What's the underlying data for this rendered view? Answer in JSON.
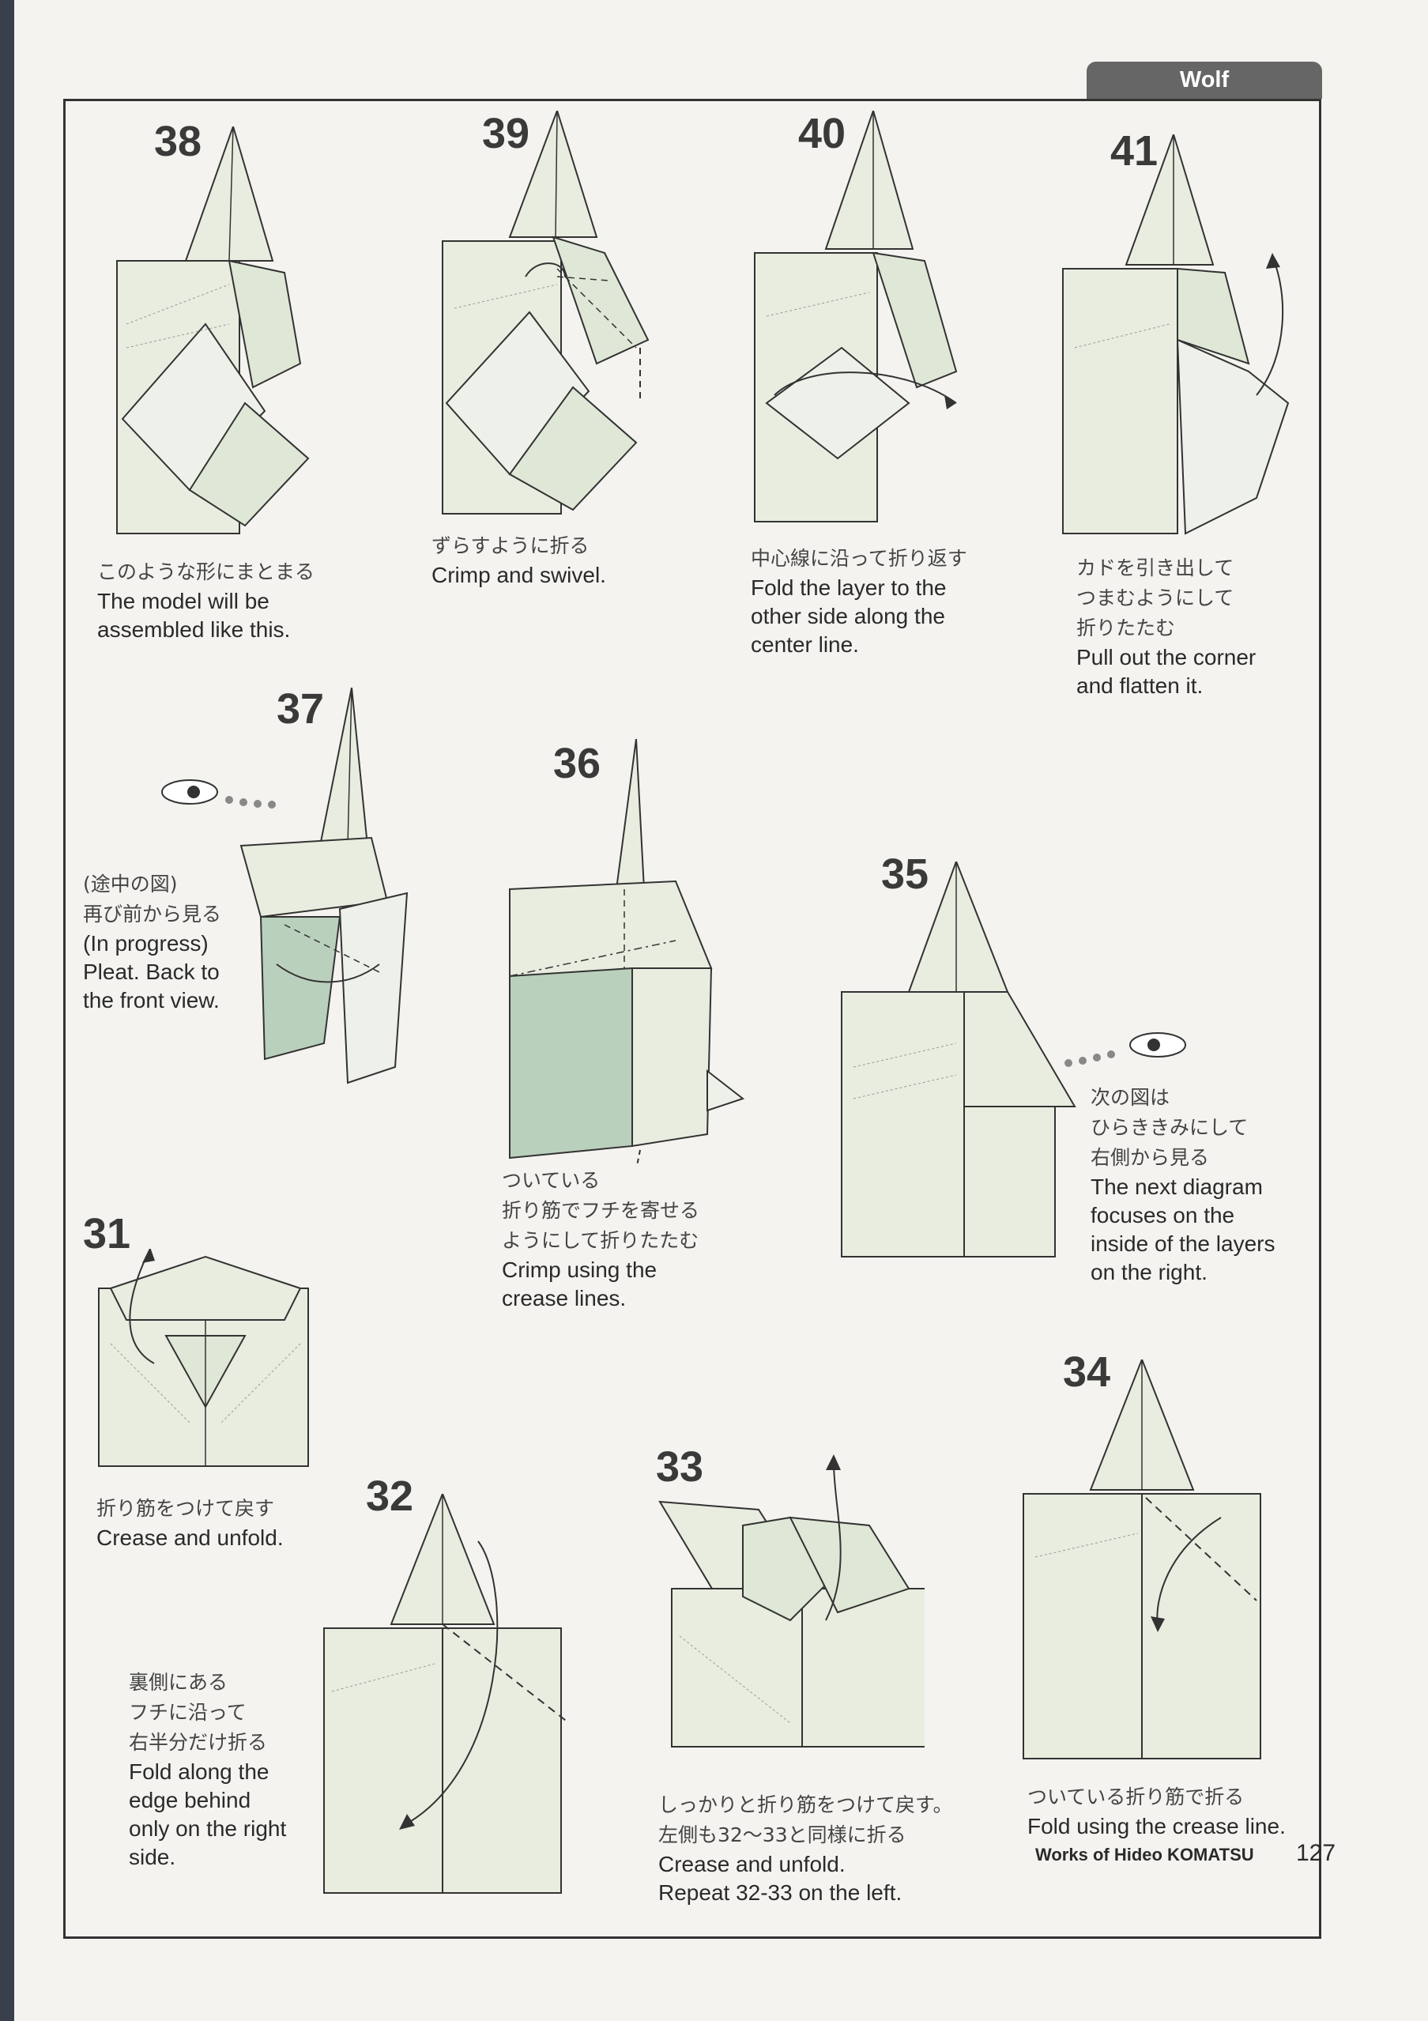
{
  "header": {
    "section_tab": "Wolf"
  },
  "steps": {
    "s38": {
      "number": "38",
      "jp": [
        "このような形にまとまる"
      ],
      "en": [
        "The model will be",
        "assembled like this."
      ]
    },
    "s39": {
      "number": "39",
      "jp": [
        "ずらすように折る"
      ],
      "en": [
        "Crimp and swivel."
      ]
    },
    "s40": {
      "number": "40",
      "jp": [
        "中心線に沿って折り返す"
      ],
      "en": [
        "Fold the layer to the",
        "other side along the",
        "center line."
      ]
    },
    "s41": {
      "number": "41",
      "jp": [
        "カドを引き出して",
        "つまむようにして",
        "折りたたむ"
      ],
      "en": [
        "Pull out the corner",
        "and flatten it."
      ]
    },
    "s37": {
      "number": "37",
      "jp": [
        "(途中の図)",
        "再び前から見る"
      ],
      "en": [
        "(In progress)",
        "Pleat. Back to",
        "the front view."
      ]
    },
    "s36": {
      "number": "36",
      "jp": [
        "ついている",
        "折り筋でフチを寄せる",
        "ようにして折りたたむ"
      ],
      "en": [
        "Crimp using the",
        "crease lines."
      ]
    },
    "s35": {
      "number": "35",
      "jp": [
        "次の図は",
        "ひらききみにして",
        "右側から見る"
      ],
      "en": [
        "The next diagram",
        "focuses on the",
        "inside of the layers",
        "on the right."
      ]
    },
    "s31": {
      "number": "31",
      "jp": [
        "折り筋をつけて戻す"
      ],
      "en": [
        "Crease and unfold."
      ]
    },
    "s32": {
      "number": "32",
      "jp": [
        "裏側にある",
        "フチに沿って",
        "右半分だけ折る"
      ],
      "en": [
        "Fold along the",
        "edge behind",
        "only on the right",
        "side."
      ]
    },
    "s33": {
      "number": "33",
      "jp": [
        "しっかりと折り筋をつけて戻す。",
        "左側も32〜33と同様に折る"
      ],
      "en": [
        "Crease and unfold.",
        "Repeat 32-33 on the left."
      ]
    },
    "s34": {
      "number": "34",
      "jp": [
        "ついている折り筋で折る"
      ],
      "en": [
        "Fold using the crease line."
      ]
    }
  },
  "footer": {
    "credit": "Works of Hideo KOMATSU",
    "page_number": "127"
  },
  "colors": {
    "paper": "#e8ede0",
    "shade": "#b9d0bc",
    "line": "#333333",
    "frame": "#333333",
    "tab": "#666666"
  }
}
